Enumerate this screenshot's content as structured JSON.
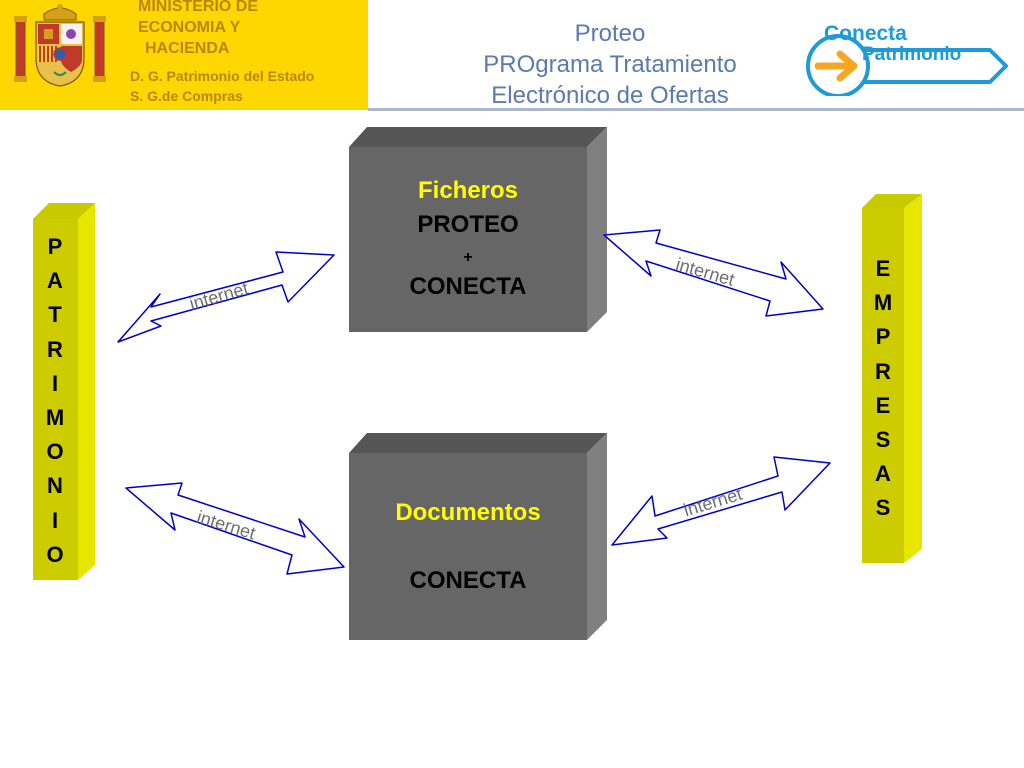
{
  "header": {
    "ministry_line1": "MINISTERIO DE",
    "ministry_line2": "ECONOMIA Y",
    "ministry_line3": "HACIENDA",
    "dept_line1": "D. G. Patrimonio del Estado",
    "dept_line2": "S. G.de Compras",
    "title_line1": "Proteo",
    "title_line2": "PROgrama Tratamiento",
    "title_line3": "Electrónico de Ofertas",
    "logo_line1": "Conecta",
    "logo_line2": "Patrimonio"
  },
  "left_pillar": {
    "letters": [
      "P",
      "A",
      "T",
      "R",
      "I",
      "M",
      "O",
      "N",
      "I",
      "O"
    ]
  },
  "right_pillar": {
    "letters": [
      "E",
      "M",
      "P",
      "R",
      "E",
      "S",
      "A",
      "S"
    ]
  },
  "box_top": {
    "line1": "Ficheros",
    "line2": "PROTEO",
    "line3": "+",
    "line4": "CONECTA"
  },
  "box_bottom": {
    "line1": "Documentos",
    "line2": "CONECTA"
  },
  "arrows": {
    "top_left_label": "internet",
    "top_right_label": "internet",
    "bottom_left_label": "internet",
    "bottom_right_label": "internet"
  },
  "colors": {
    "header_band": "#ffd700",
    "ministry_text": "#b8860b",
    "title_text": "#5a7ab0",
    "pillar_front": "#cccc00",
    "box_front": "#666666",
    "box_highlight": "#ffff00",
    "arrow_stroke": "#0000cc",
    "logo_blue": "#1e9bd7",
    "logo_arrow": "#f5a623"
  },
  "icons": {
    "coat_of_arms": "coat-of-arms-icon",
    "logo_arrow": "arrow-right-circle-icon"
  }
}
